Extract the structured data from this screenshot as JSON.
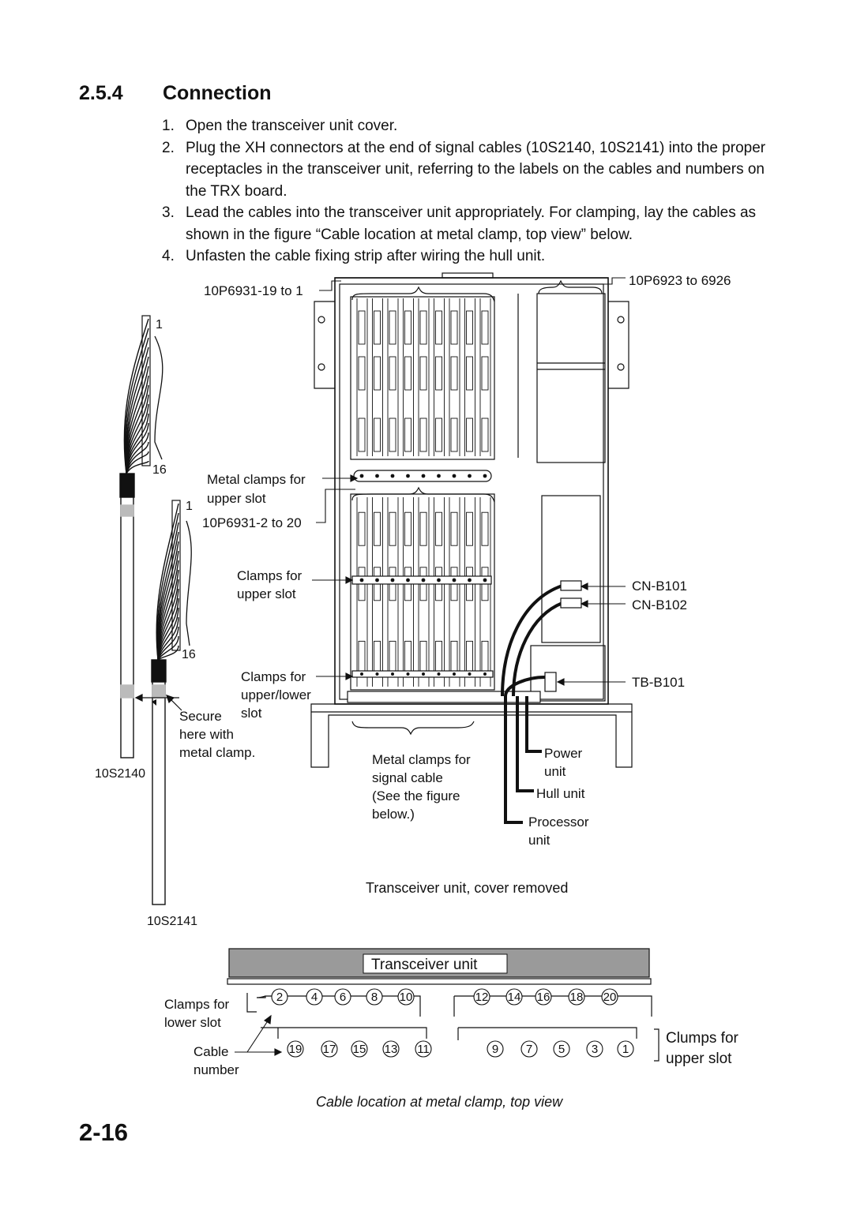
{
  "section": {
    "number": "2.5.4",
    "title": "Connection"
  },
  "steps": [
    {
      "n": "1.",
      "text": "Open the transceiver unit cover."
    },
    {
      "n": "2.",
      "text": "Plug the XH connectors at the end of signal cables (10S2140, 10S2141) into the proper receptacles in the transceiver unit, referring to the labels on the cables and numbers on the TRX board."
    },
    {
      "n": "3.",
      "text": "Lead the cables into the transceiver unit appropriately. For clamping, lay the cables as shown in the figure “Cable location at metal clamp, top view” below."
    },
    {
      "n": "4.",
      "text": "Unfasten the cable fixing strip after wiring the hull unit."
    }
  ],
  "figure1": {
    "caption": "Transceiver unit, cover removed",
    "cable_left": {
      "name": "10S2140",
      "top": "1",
      "bottom": "16"
    },
    "cable_right": {
      "name": "10S2141",
      "top": "1",
      "bottom": "16"
    },
    "secure_note": [
      "Secure",
      "here with",
      "metal clamp."
    ],
    "labels": {
      "p_upper": "10P6931-19 to 1",
      "p_right": "10P6923 to 6926",
      "metal_clamps_upper": [
        "Metal clamps for",
        "upper slot"
      ],
      "p_lower": "10P6931-2 to 20",
      "clamps_upper": [
        "Clamps for",
        "upper slot"
      ],
      "clamps_upper_lower": [
        "Clamps for",
        "upper/lower",
        "slot"
      ],
      "cn_b101": "CN-B101",
      "cn_b102": "CN-B102",
      "tb_b101": "TB-B101",
      "metal_clamps_signal": [
        "Metal clamps for",
        "signal cable",
        "(See the figure",
        "below.)"
      ],
      "power_unit": [
        "Power",
        "unit"
      ],
      "hull_unit": "Hull unit",
      "processor_unit": [
        "Processor",
        "unit"
      ]
    }
  },
  "figure2": {
    "banner": "Transceiver unit",
    "clamps_lower": [
      "Clamps for",
      "lower slot"
    ],
    "cable_number": [
      "Cable",
      "number"
    ],
    "clamps_upper": [
      "Clumps for",
      "upper slot"
    ],
    "left_top": [
      "2",
      "4",
      "6",
      "8",
      "10"
    ],
    "right_top": [
      "12",
      "14",
      "16",
      "18",
      "20"
    ],
    "left_bottom": [
      "19",
      "17",
      "15",
      "13",
      "11"
    ],
    "right_bottom": [
      "9",
      "7",
      "5",
      "3",
      "1"
    ],
    "caption": "Cable location at metal clamp, top view"
  },
  "page_number": "2-16"
}
